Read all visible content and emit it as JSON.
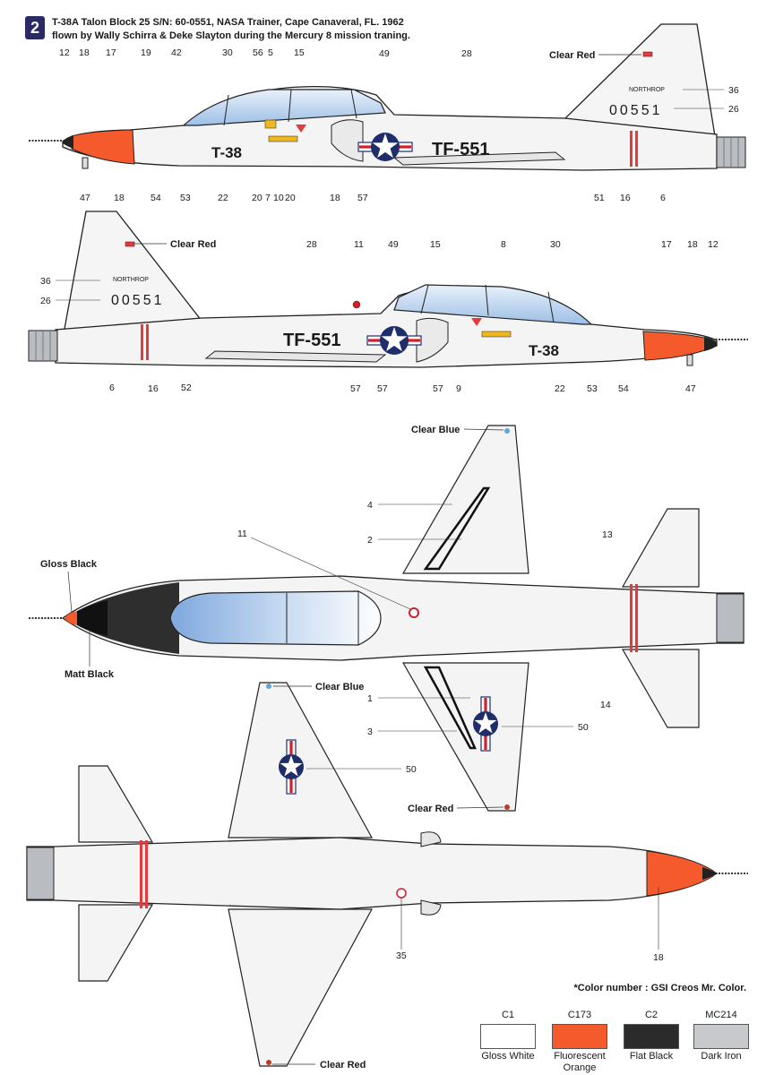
{
  "plate": {
    "number": "2",
    "title_line1": "T-38A Talon Block 25 S/N: 60-0551, NASA Trainer, Cape Canaveral, FL. 1962",
    "title_line2": "flown by Wally Schirra & Deke Slayton during the Mercury 8 mission traning."
  },
  "markings": {
    "t38": "T-38",
    "tf": "TF-551",
    "tail_number": "00551",
    "northrop": "NORTHROP"
  },
  "color_callouts": {
    "clear_red": "Clear Red",
    "clear_blue": "Clear Blue",
    "gloss_black": "Gloss Black",
    "matt_black": "Matt Black"
  },
  "callouts": {
    "side1_top": [
      "12",
      "18",
      "17",
      "19",
      "42",
      "30",
      "56",
      "5",
      "15",
      "49",
      "28",
      "36",
      "26"
    ],
    "side1_bottom": [
      "47",
      "18",
      "54",
      "53",
      "22",
      "20",
      "7",
      "10",
      "20",
      "18",
      "57",
      "51",
      "16",
      "6"
    ],
    "side2_top": [
      "36",
      "26",
      "28",
      "11",
      "49",
      "15",
      "8",
      "30",
      "17",
      "18",
      "12"
    ],
    "side2_bottom": [
      "6",
      "16",
      "52",
      "57",
      "57",
      "57",
      "9",
      "22",
      "53",
      "54",
      "47"
    ],
    "top_view": [
      "4",
      "2",
      "11",
      "13",
      "14",
      "1",
      "3",
      "50"
    ],
    "bottom_view": [
      "50",
      "35",
      "18"
    ]
  },
  "footnote": "*Color number : GSI Creos Mr. Color.",
  "swatches": [
    {
      "code": "C1",
      "name": "Gloss White",
      "color": "#ffffff"
    },
    {
      "code": "C173",
      "name": "Fluorescent Orange",
      "color": "#f45a2c"
    },
    {
      "code": "C2",
      "name": "Flat Black",
      "color": "#2b2b2b"
    },
    {
      "code": "MC214",
      "name": "Dark Iron",
      "color": "#c7c9cc"
    }
  ],
  "colors": {
    "orange": "#f45a2c",
    "insignia_blue": "#1f2d6b",
    "insignia_red": "#d21f2b",
    "stripe_red": "#e63a3a",
    "canopy_blue": "#a9c8ec",
    "nozzle_grey": "#b9bcc0"
  }
}
